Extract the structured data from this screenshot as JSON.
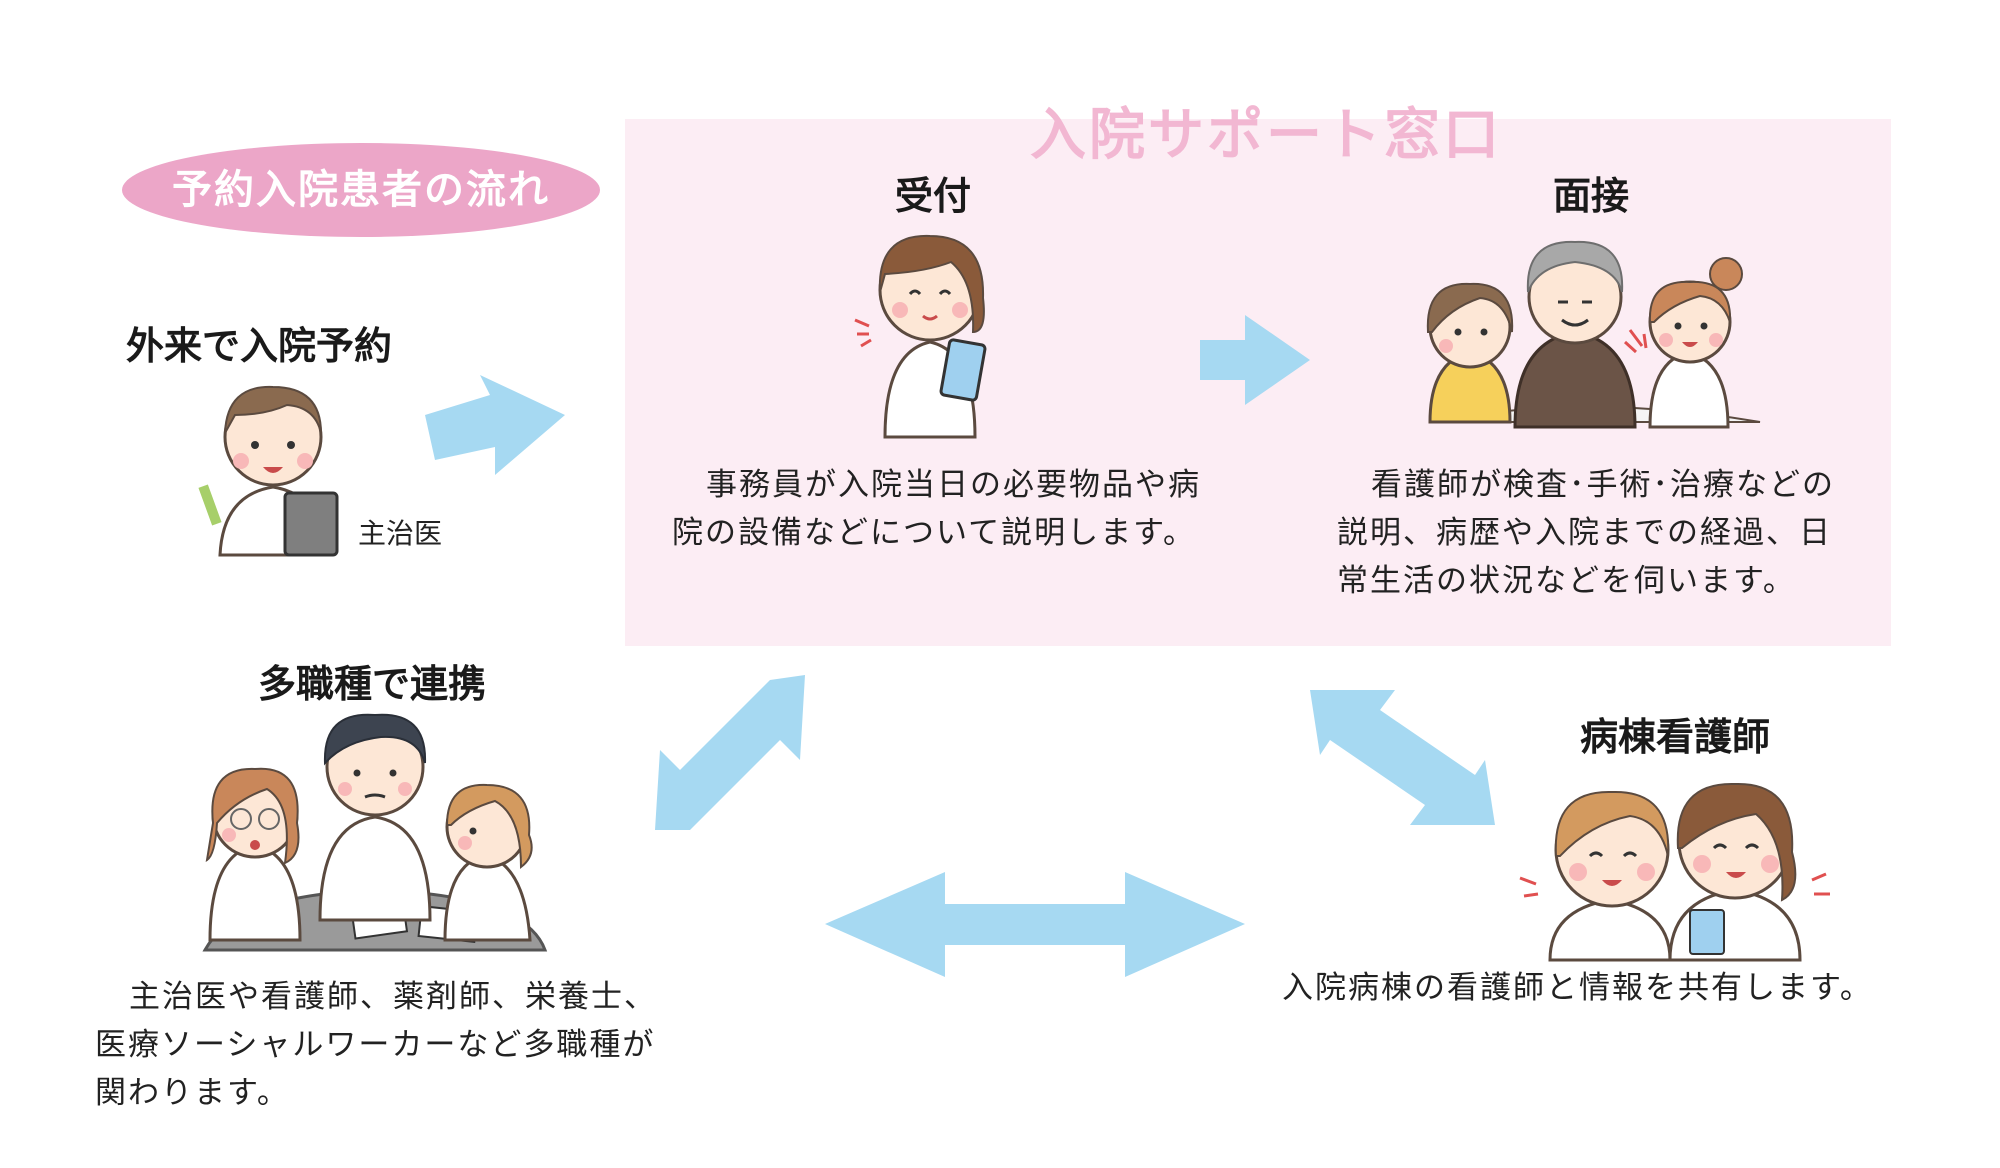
{
  "flow_label": "予約入院患者の流れ",
  "support_window": {
    "title": "入院サポート窓口",
    "uketsuke": {
      "heading": "受付",
      "description": "事務員が入院当日の必要物品や病院の設備などについて説明します。"
    },
    "mensetsu": {
      "heading": "面接",
      "description": "看護師が検査･手術･治療などの説明、病歴や入院までの経過、日常生活の状況などを伺います。"
    }
  },
  "gairai": {
    "heading": "外来で入院予約",
    "caption": "主治医"
  },
  "tashokushu": {
    "heading": "多職種で連携",
    "description": "主治医や看護師、薬剤師、栄養士、医療ソーシャルワーカーなど多職種が関わります。"
  },
  "byoto": {
    "heading": "病棟看護師",
    "description": "入院病棟の看護師と情報を共有します。"
  },
  "colors": {
    "panel": "#fcedf4",
    "title_pink": "#f2b7d2",
    "pill": "#eca6c8",
    "arrow": "#a6d9f2"
  }
}
